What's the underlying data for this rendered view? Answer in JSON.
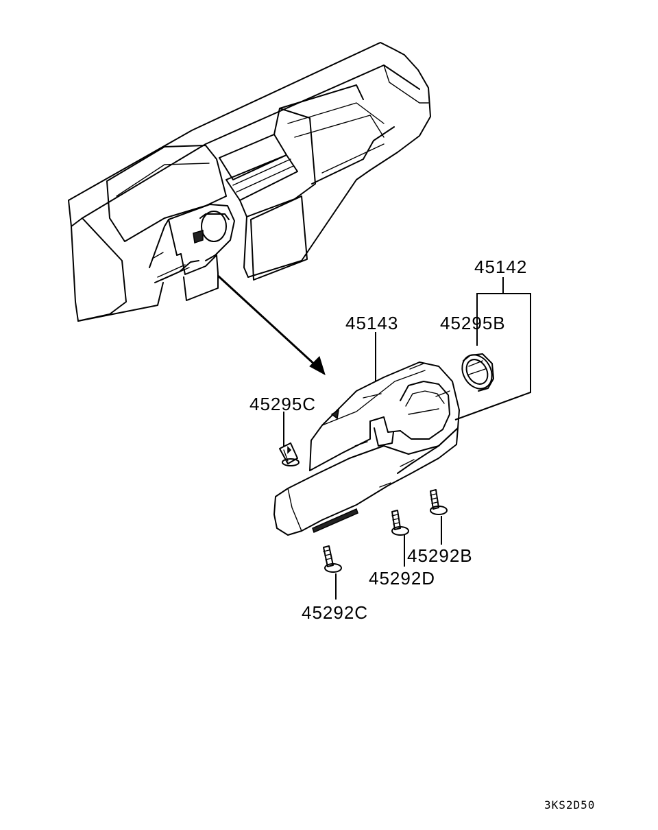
{
  "diagram": {
    "code": "3KS2D50",
    "parts": {
      "p45142": "45142",
      "p45143": "45143",
      "p45295B": "45295B",
      "p45295C": "45295C",
      "p45292B": "45292B",
      "p45292D": "45292D",
      "p45292C": "45292C"
    },
    "line_color": "#000000",
    "background": "#ffffff"
  }
}
